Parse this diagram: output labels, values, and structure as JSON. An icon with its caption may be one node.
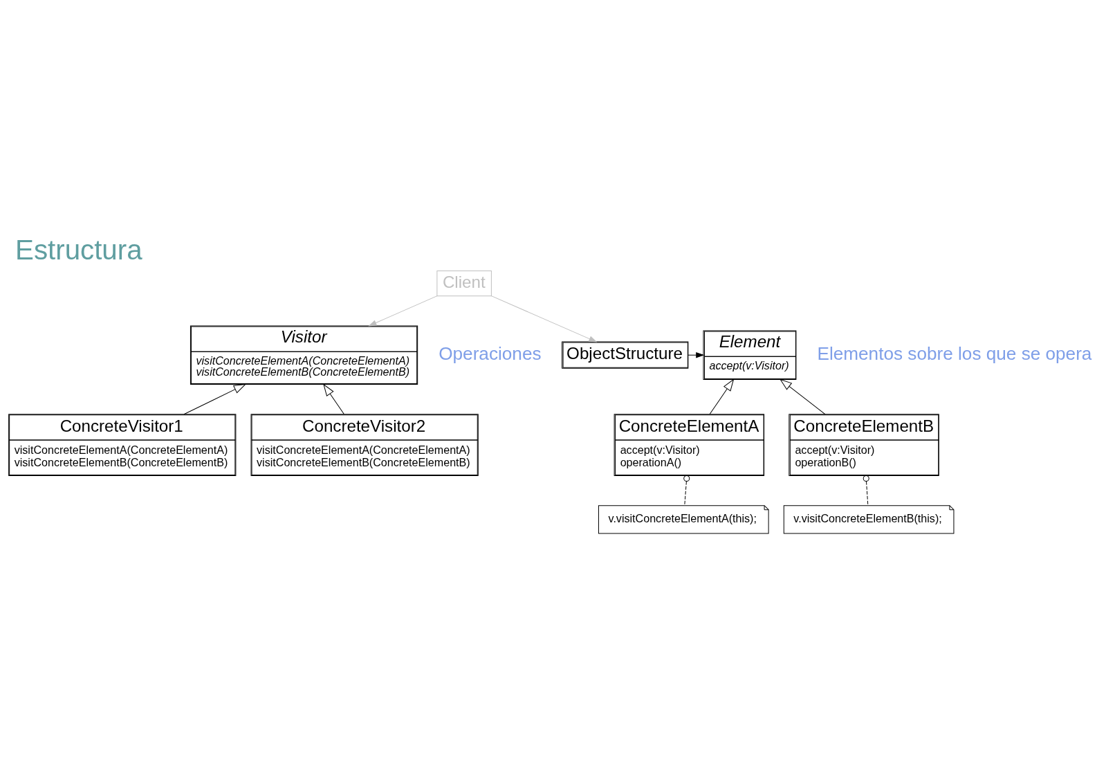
{
  "diagram": {
    "title": "Estructura",
    "nodes": [
      {
        "text": [
          "Client"
        ]
      },
      {
        "text": [
          "Visitor",
          "visitConcreteElementA(ConcreteElementA)",
          "visitConcreteElementB(ConcreteElementB)"
        ]
      },
      {
        "text": [
          "ConcreteVisitor1",
          "visitConcreteElementA(ConcreteElementA)",
          "visitConcreteElementB(ConcreteElementB)"
        ]
      },
      {
        "text": [
          "ConcreteVisitor2",
          "visitConcreteElementA(ConcreteElementA)",
          "visitConcreteElementB(ConcreteElementB)"
        ]
      },
      {
        "text": [
          "ObjectStructure"
        ]
      },
      {
        "text": [
          "Element",
          "accept(v:Visitor)"
        ]
      },
      {
        "text": [
          "ConcreteElementA",
          "accept(v:Visitor)",
          "operationA()"
        ]
      },
      {
        "text": [
          "ConcreteElementB",
          "accept(v:Visitor)",
          "operationB()"
        ]
      },
      {
        "text": [
          "v.visitConcreteElementA(this);"
        ]
      },
      {
        "text": [
          "v.visitConcreteElementB(this);"
        ]
      }
    ],
    "edges": [
      {
        "from": 0,
        "to": 1,
        "arrow": "to",
        "color": "#bfbfbf"
      },
      {
        "from": 2,
        "to": 1,
        "arrow": "to"
      },
      {
        "from": 3,
        "to": 1,
        "arrow": "to"
      },
      {
        "from": 0,
        "to": 4,
        "arrow": "to",
        "color": "#bfbfbf"
      },
      {
        "from": 4,
        "to": 5,
        "arrow": "to"
      },
      {
        "from": 6,
        "to": 5,
        "arrow": "to"
      },
      {
        "from": 7,
        "to": 5,
        "arrow": "to"
      },
      {
        "from": 6,
        "to": 8,
        "arrow": "other",
        "style": "dashed"
      },
      {
        "from": 7,
        "to": 9,
        "arrow": "other",
        "style": "dashed"
      }
    ],
    "labels": [
      "Operaciones",
      "Elementos sobre los que se opera"
    ]
  }
}
